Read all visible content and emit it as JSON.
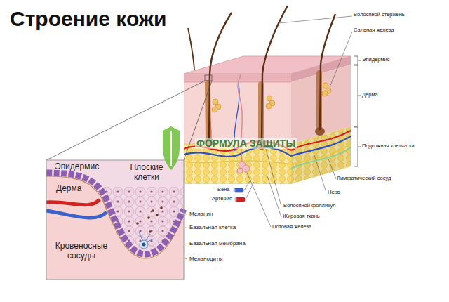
{
  "diagram": {
    "title": "Строение кожи",
    "labels": [
      "Волосяной стержень",
      "Сальная железа",
      "Эпидермис",
      "Дерма",
      "Подкожная клетчатка",
      "Лимфатический сосуд",
      "Нерв",
      "Волосяной фолликул",
      "Жировая ткань",
      "Потовая железа",
      "Вена",
      "Артерия",
      "Эпидермис",
      "Плоские клетки",
      "Дерма",
      "Кровеносные сосуды",
      "Меланин",
      "Базальная клетка",
      "Базальная мембрана",
      "Меланоциты",
      "ФОРМУЛА ЗАЩИТЫ"
    ]
  }
}
